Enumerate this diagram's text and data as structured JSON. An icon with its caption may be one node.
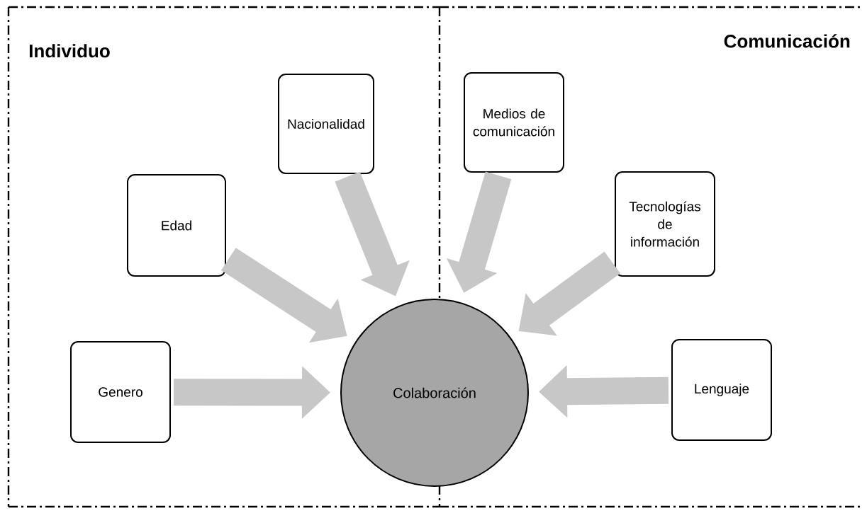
{
  "diagram": {
    "nodes": [
      {
        "text": [
          "Individuo"
        ]
      },
      {
        "text": [
          "Nacionalidad"
        ],
        "in": 0
      },
      {
        "text": [
          "Edad"
        ],
        "in": 0
      },
      {
        "text": [
          "Genero"
        ],
        "in": 0
      },
      {
        "text": [
          "Comunicación"
        ]
      },
      {
        "text": [
          "Medios de comunicación"
        ],
        "in": 4
      },
      {
        "text": [
          "Tecnologías de información"
        ],
        "in": 4
      },
      {
        "text": [
          "Lenguaje"
        ],
        "in": 4
      },
      {
        "text": [
          "Colaboración"
        ]
      }
    ],
    "edges": [
      {
        "from": 1,
        "to": 8,
        "arrow": "to"
      },
      {
        "from": 2,
        "to": 8,
        "arrow": "to"
      },
      {
        "from": 3,
        "to": 8,
        "arrow": "to"
      },
      {
        "from": 5,
        "to": 8,
        "arrow": "to"
      },
      {
        "from": 6,
        "to": 8,
        "arrow": "to"
      },
      {
        "from": 7,
        "to": 8,
        "arrow": "to"
      }
    ]
  }
}
